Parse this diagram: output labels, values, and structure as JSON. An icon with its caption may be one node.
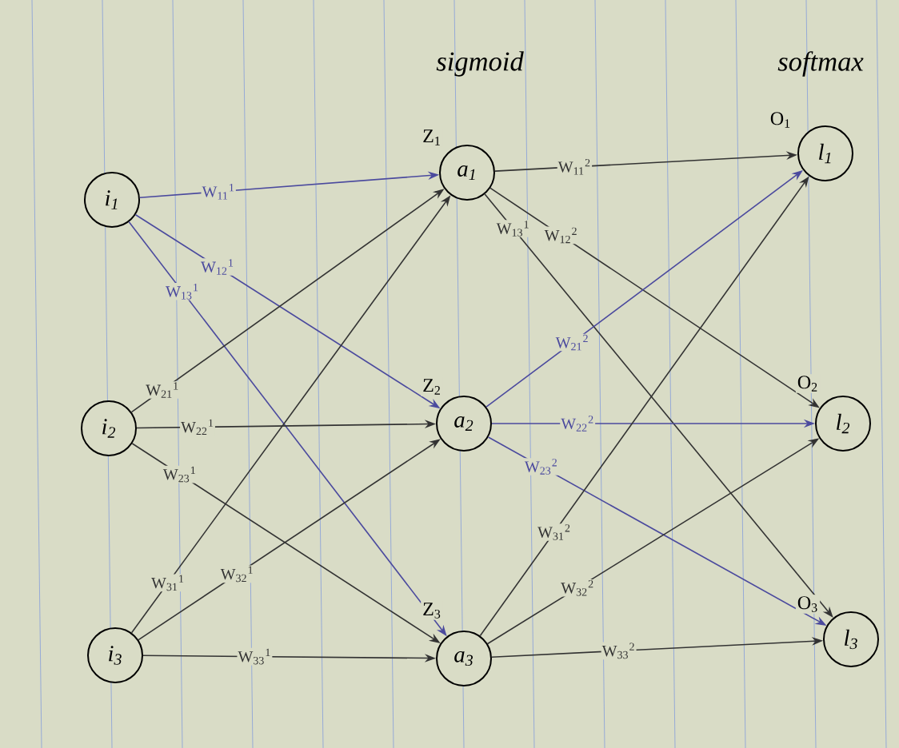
{
  "diagram": {
    "nodes": [
      {
        "text": [
          "i$_{1}$"
        ]
      },
      {
        "text": [
          "i$_{2}$"
        ]
      },
      {
        "text": [
          "i$_{3}$"
        ]
      },
      {
        "text": [
          "a$_{1}$"
        ],
        "beside": [
          "Z$_{1}$"
        ]
      },
      {
        "text": [
          "a$_{2}$"
        ],
        "beside": [
          "Z$_{2}$"
        ]
      },
      {
        "text": [
          "a$_{3}$"
        ],
        "beside": [
          "Z$_{3}$"
        ]
      },
      {
        "text": [
          "l$_{1}$"
        ],
        "beside": [
          "O$_{1}$"
        ]
      },
      {
        "text": [
          "l$_{2}$"
        ],
        "beside": [
          "O$_{2}$"
        ]
      },
      {
        "text": [
          "l$_{3}$"
        ],
        "beside": [
          "O$_{3}$"
        ]
      }
    ],
    "edges": [
      {
        "from": 0,
        "to": 3,
        "arrow": "to",
        "label": "W$_{11}$$^{1}$",
        "color": "#4b4a9e"
      },
      {
        "from": 0,
        "to": 4,
        "arrow": "to",
        "label": "W$_{12}$$^{1}$",
        "color": "#4b4a9e"
      },
      {
        "from": 0,
        "to": 5,
        "arrow": "to",
        "label": "W$_{13}$$^{1}$",
        "color": "#4b4a9e"
      },
      {
        "from": 1,
        "to": 3,
        "arrow": "to",
        "label": "W$_{21}$$^{1}$"
      },
      {
        "from": 1,
        "to": 4,
        "arrow": "to",
        "label": "W$_{22}$$^{1}$"
      },
      {
        "from": 1,
        "to": 5,
        "arrow": "to",
        "label": "W$_{23}$$^{1}$"
      },
      {
        "from": 2,
        "to": 3,
        "arrow": "to",
        "label": "W$_{31}$$^{1}$"
      },
      {
        "from": 2,
        "to": 4,
        "arrow": "to",
        "label": "W$_{32}$$^{1}$"
      },
      {
        "from": 2,
        "to": 5,
        "arrow": "to",
        "label": "W$_{33}$$^{1}$"
      },
      {
        "from": 3,
        "to": 6,
        "arrow": "to",
        "label": "W$_{11}$$^{2}$"
      },
      {
        "from": 3,
        "to": 7,
        "arrow": "to",
        "label": "W$_{12}$$^{2}$"
      },
      {
        "from": 3,
        "to": 8,
        "arrow": "to",
        "label": "W$_{13}$$^{1}$"
      },
      {
        "from": 4,
        "to": 6,
        "arrow": "to",
        "label": "W$_{21}$$^{2}$",
        "color": "#4b4a9e"
      },
      {
        "from": 4,
        "to": 7,
        "arrow": "to",
        "label": "W$_{22}$$^{2}$",
        "color": "#4b4a9e"
      },
      {
        "from": 4,
        "to": 8,
        "arrow": "to",
        "label": "W$_{23}$$^{2}$",
        "color": "#4b4a9e"
      },
      {
        "from": 5,
        "to": 6,
        "arrow": "to",
        "label": "W$_{31}$$^{2}$"
      },
      {
        "from": 5,
        "to": 7,
        "arrow": "to",
        "label": "W$_{32}$$^{2}$"
      },
      {
        "from": 5,
        "to": 8,
        "arrow": "to",
        "label": "W$_{33}$$^{2}$"
      }
    ],
    "labels": [
      "sigmoid",
      "softmax"
    ]
  }
}
